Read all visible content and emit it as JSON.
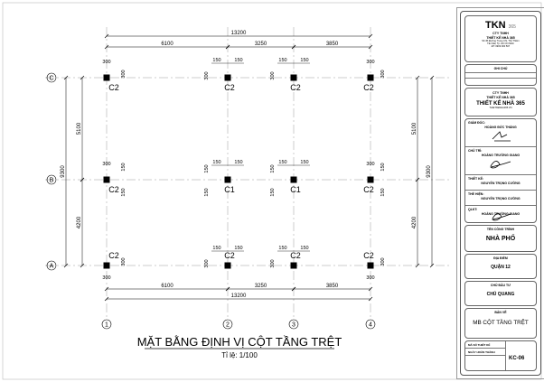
{
  "drawing": {
    "title": "MẶT BẰNG ĐỊNH VỊ CỘT TẦNG TRỆT",
    "scale": "Tỉ lệ: 1/100",
    "axes_x": [
      "1",
      "2",
      "3",
      "4"
    ],
    "axes_y": [
      "C",
      "B",
      "A"
    ],
    "spans_x": [
      "6100",
      "3250",
      "3850"
    ],
    "total_x": "13200",
    "spans_y": [
      "5100",
      "4200"
    ],
    "total_y": "9300",
    "columns": [
      [
        "C2",
        "C2",
        "C2",
        "C2"
      ],
      [
        "C2",
        "C1",
        "C1",
        "C2"
      ],
      [
        "C2",
        "C2",
        "C2",
        "C2"
      ]
    ],
    "col_dims": {
      "edge": "300",
      "half": "150"
    }
  },
  "title_block": {
    "logo": {
      "brand": "TKN",
      "num": "365",
      "company_line1": "CTY TNHH",
      "company_line2": "THIẾT KẾ NHÀ 365",
      "address": "Số 45 Đường Trung Chi, Thủ Thiêm",
      "address2": "Tân Mai, Tp. Hồ Chí Minh",
      "phone": "ĐT: 0909 000 507"
    },
    "notes_label": "GHI CHÚ",
    "company": {
      "line1": "CTY TNHH",
      "line2": "THIẾT KẾ NHÀ 365",
      "name": "THIẾT KẾ NHÀ 365",
      "web": "THIETKENHA365.VN"
    },
    "roles": [
      {
        "role": "GIÁM ĐỐC:",
        "person": "HOÀNG ĐỨC THẮNG"
      },
      {
        "role": "CHỦ TRÌ:",
        "person": "HOÀNG TRƯỜNG GIANG"
      },
      {
        "role": "THIẾT KẾ:",
        "person": "NGUYỄN TRỌNG CƯỜNG"
      },
      {
        "role": "THỂ HIỆN:",
        "person": "NGUYỄN TRỌNG CƯỜNG"
      },
      {
        "role": "QLKT:",
        "person": "HOÀNG TRƯỜNG GIANG"
      }
    ],
    "project": {
      "label": "TÊN CÔNG TRÌNH",
      "value": "NHÀ PHỐ"
    },
    "location": {
      "label": "ĐỊA ĐIỂM",
      "value": "QUẬN 12"
    },
    "owner": {
      "label": "CHỦ ĐẦU TƯ",
      "value": "CHÚ QUANG"
    },
    "sheet": {
      "label": "BẢN VẼ",
      "value": "MB CỘT TẦNG TRỆT"
    },
    "footer": {
      "design_code": "MÃ SỐ THIẾT KẾ",
      "date_done": "NGÀY HOÀN THÀNH",
      "sheet_no": "KC-06"
    }
  }
}
